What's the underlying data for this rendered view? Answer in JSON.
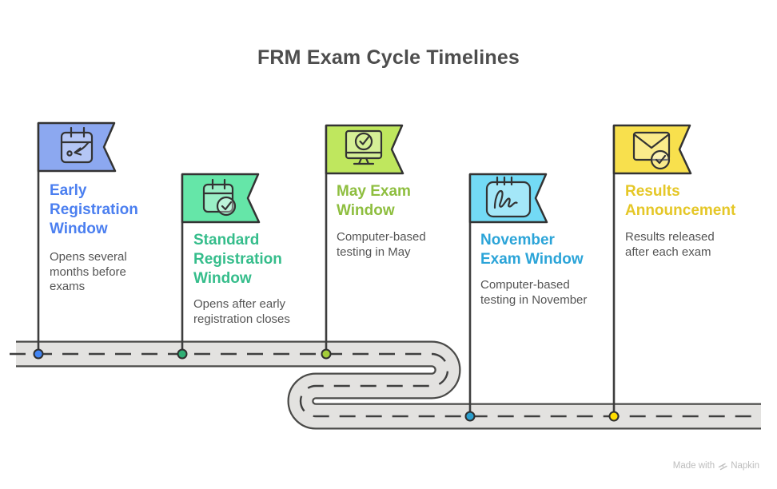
{
  "title": "FRM Exam Cycle Timelines",
  "watermark": {
    "prefix": "Made with",
    "brand": "Napkin",
    "logo_icon": "napkin-zap-icon"
  },
  "road": {
    "surface_color": "#e3e2e0",
    "border_color": "#4a4a48",
    "centerline_color": "#3f3f3f"
  },
  "milestones": [
    {
      "id": "early-registration",
      "title": "Early\nRegistration\nWindow",
      "description": "Opens several\nmonths before\nexams",
      "icon": "calendar-back-arrow-icon",
      "flag_color": "#8ca8f0",
      "title_color": "#4b7ff0",
      "dot_color": "#4285f4"
    },
    {
      "id": "standard-registration",
      "title": "Standard\nRegistration\nWindow",
      "description": "Opens after early\nregistration closes",
      "icon": "calendar-check-icon",
      "flag_color": "#65e6a8",
      "title_color": "#35bd8b",
      "dot_color": "#2fae74"
    },
    {
      "id": "may-exam-window",
      "title": "May Exam\nWindow",
      "description": "Computer-based\ntesting in May",
      "icon": "monitor-check-icon",
      "flag_color": "#bfe75e",
      "title_color": "#8ebe3f",
      "dot_color": "#a4cd39"
    },
    {
      "id": "november-exam-window",
      "title": "November\nExam Window",
      "description": "Computer-based\ntesting in November",
      "icon": "notepad-signature-icon",
      "flag_color": "#73daf5",
      "title_color": "#2ba4d8",
      "dot_color": "#2b9fce"
    },
    {
      "id": "results-announcement",
      "title": "Results\nAnnouncement",
      "description": "Results released\nafter each exam",
      "icon": "envelope-check-icon",
      "flag_color": "#f8e04d",
      "title_color": "#e5c727",
      "dot_color": "#ffdd00"
    }
  ]
}
